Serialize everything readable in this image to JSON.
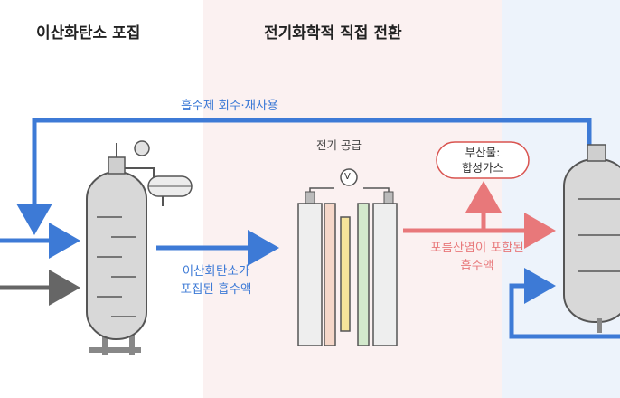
{
  "sections": {
    "capture_title": "이산화탄소 포집",
    "conversion_title": "전기화학적 직접 전환"
  },
  "labels": {
    "recycle": "흡수제 회수·재사용",
    "power": "전기 공급",
    "voltmeter": "V",
    "byproduct_line1": "부산물:",
    "byproduct_line2": "합성가스",
    "absorbent_line1": "이산화탄소가",
    "absorbent_line2": "포집된 흡수액",
    "formate_line1": "포름산염이 포함된",
    "formate_line2": "흡수액"
  },
  "colors": {
    "blue": "#3d7ad6",
    "red": "#e8787a",
    "gray": "#666666",
    "vessel": "#d8d8d8"
  }
}
